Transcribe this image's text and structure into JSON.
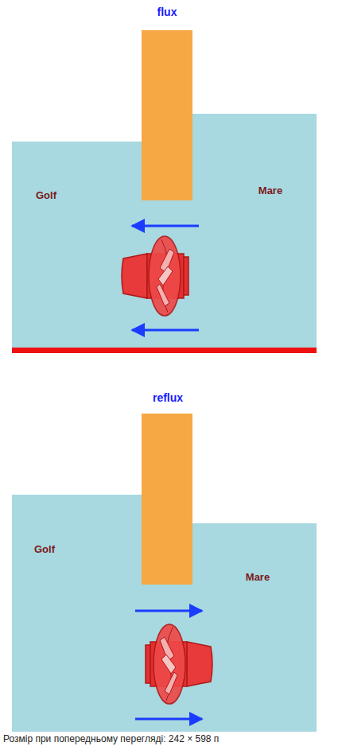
{
  "diagram": {
    "labels": [
      "flux",
      "Golf",
      "Mare",
      "reflux",
      "Golf",
      "Mare",
      "Розмір при попередньому перегляді: 242 × 598 п"
    ]
  }
}
